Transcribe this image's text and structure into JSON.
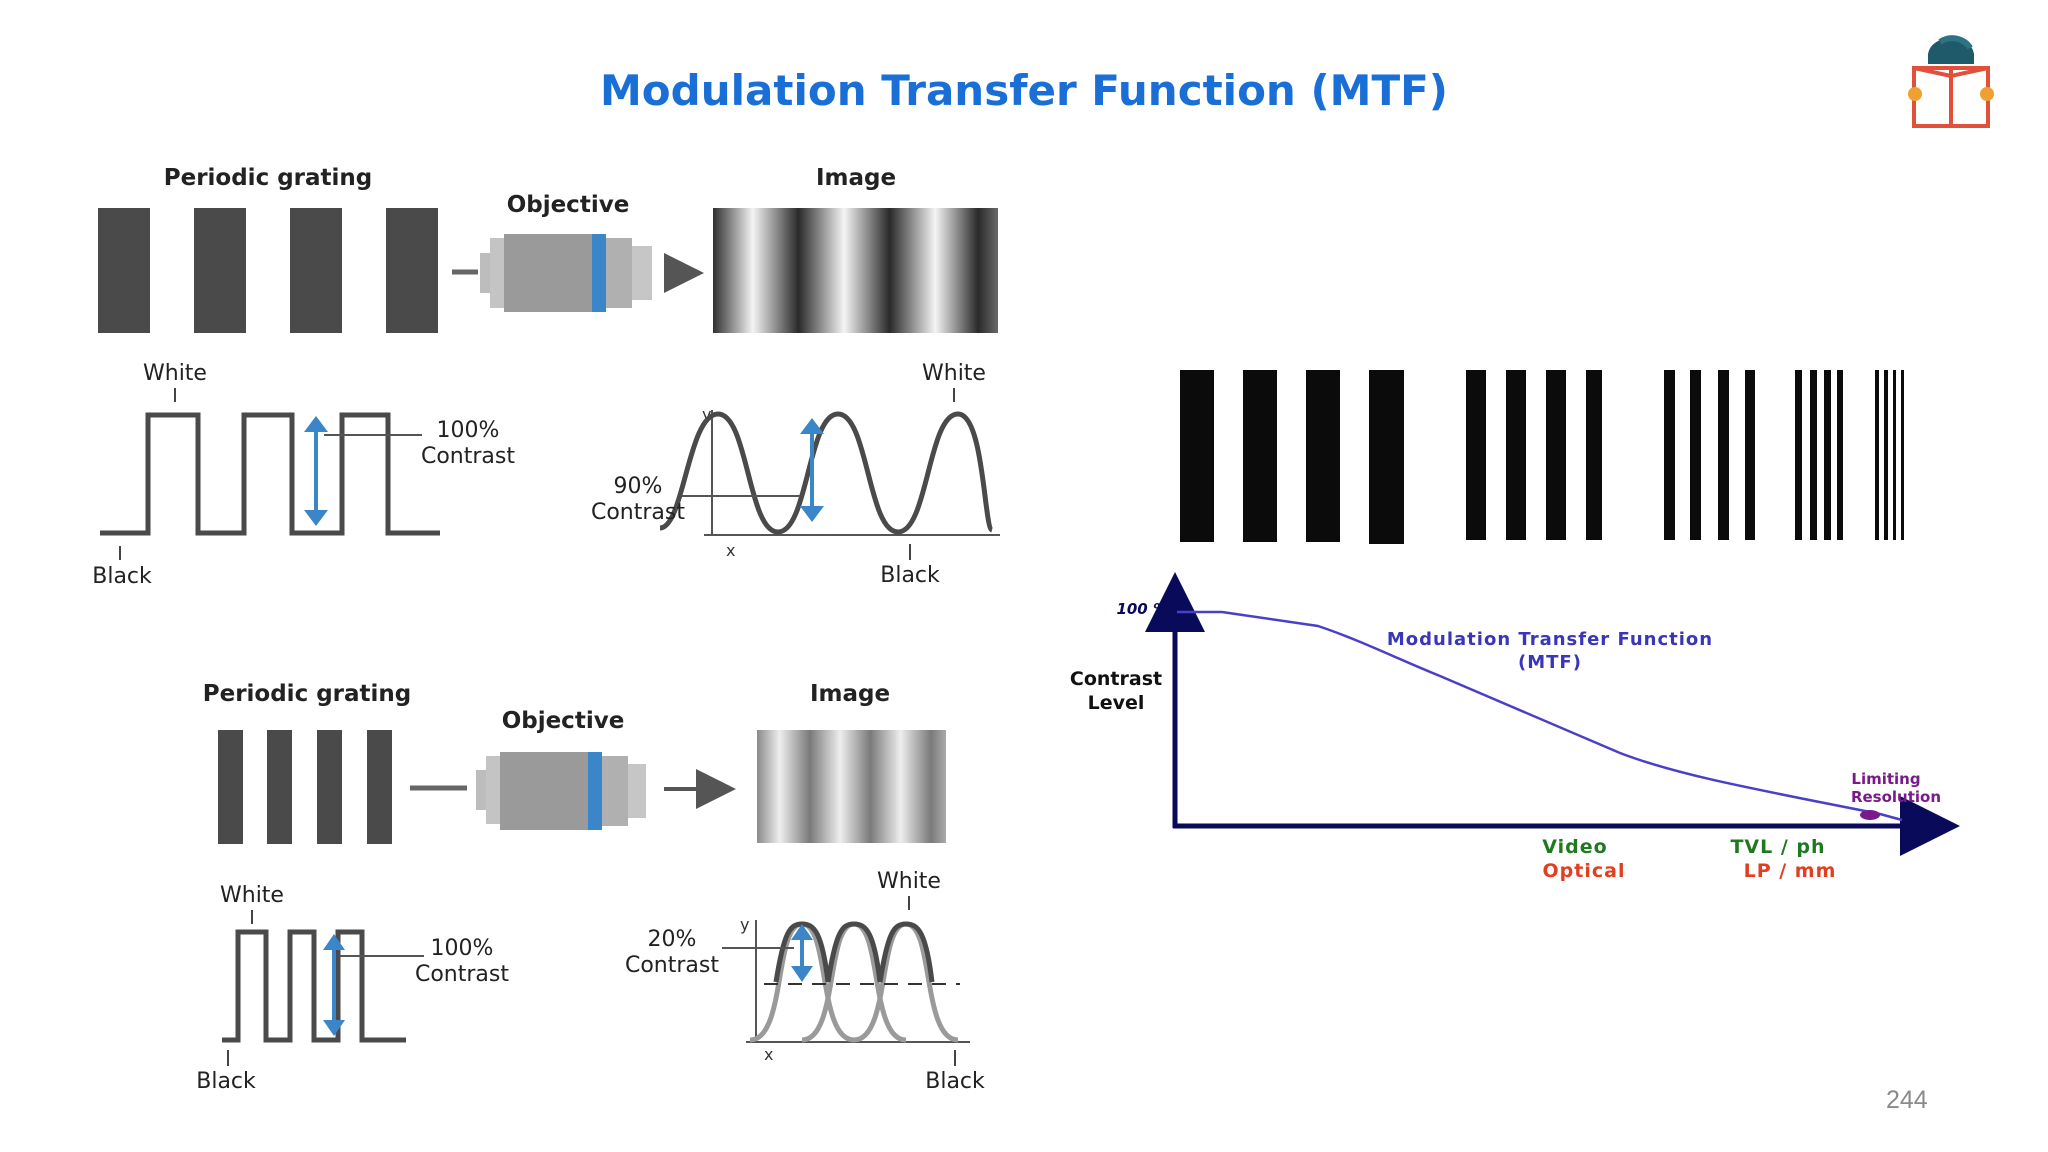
{
  "slide": {
    "title": "Modulation Transfer Function (MTF)",
    "page_number": "244"
  },
  "top_diagram": {
    "grating_label": "Periodic grating",
    "objective_label": "Objective",
    "image_label": "Image",
    "input_white": "White",
    "input_black": "Black",
    "input_contrast_pct": "100%",
    "input_contrast_word": "Contrast",
    "output_white": "White",
    "output_black": "Black",
    "output_contrast_pct": "90%",
    "output_contrast_word": "Contrast",
    "axis_y": "y",
    "axis_x": "x"
  },
  "bottom_diagram": {
    "grating_label": "Periodic grating",
    "objective_label": "Objective",
    "image_label": "Image",
    "input_white": "White",
    "input_black": "Black",
    "input_contrast_pct": "100%",
    "input_contrast_word": "Contrast",
    "output_white": "White",
    "output_black": "Black",
    "output_contrast_pct": "20%",
    "output_contrast_word": "Contrast",
    "axis_y": "y",
    "axis_x": "x"
  },
  "mtf_chart": {
    "y_top_label": "100 %",
    "y_axis_label_line1": "Contrast",
    "y_axis_label_line2": "Level",
    "curve_label_line1": "Modulation Transfer Function",
    "curve_label_line2": "(MTF)",
    "limit_label_line1": "Limiting",
    "limit_label_line2": "Resolution",
    "x_label_video": "Video",
    "x_label_optical": "Optical",
    "x_unit_tvl": "TVL / ph",
    "x_unit_lp": "LP / mm",
    "colors": {
      "axis": "#0a0a5a",
      "curve": "#4a3fc8",
      "curve_label": "#3a36b8",
      "limit": "#7a1a8a",
      "video": "#1f7a1f",
      "optical": "#e04020"
    }
  },
  "colors": {
    "title": "#1a6fd6",
    "diagram_blue": "#3a86c8",
    "diagram_gray": "#4a4a4a"
  },
  "logo": {
    "icon": "reading-person-icon"
  }
}
